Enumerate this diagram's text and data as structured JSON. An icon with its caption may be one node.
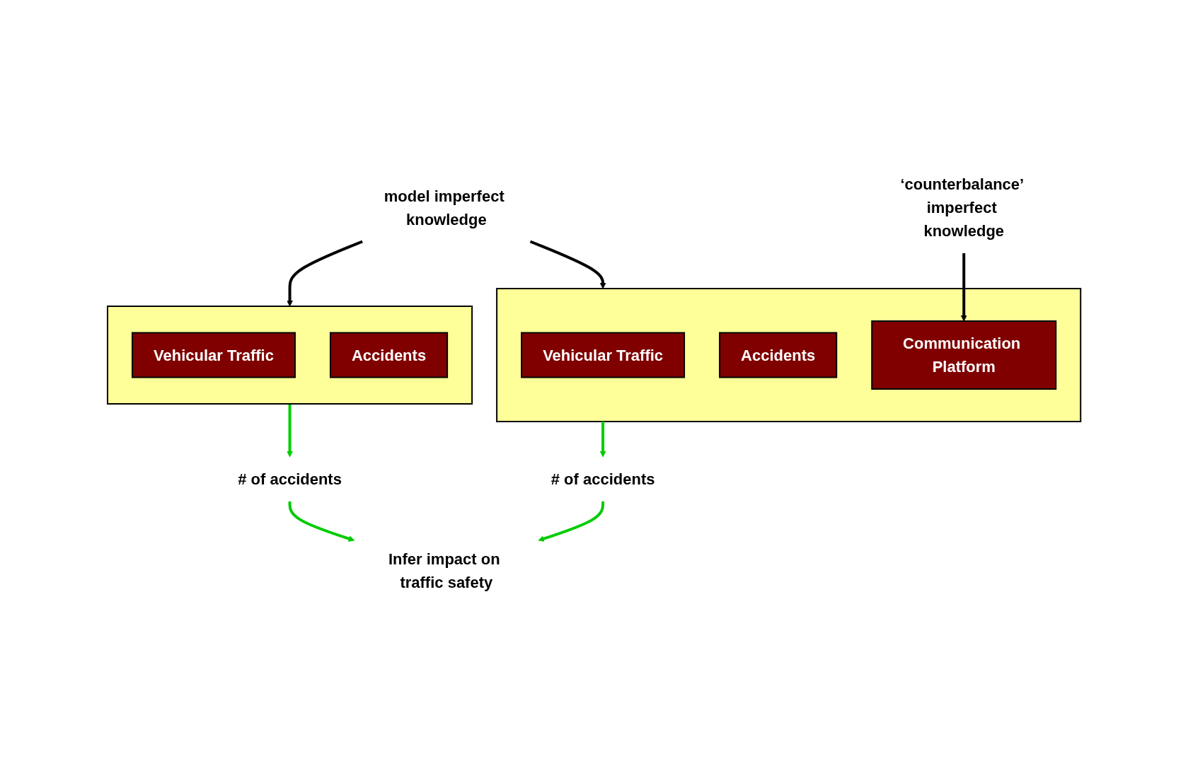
{
  "diagram": {
    "nodes": [
      {
        "text": [],
        "shape": "box"
      },
      {
        "text": [
          "Vehicular Traffic"
        ],
        "in": 0
      },
      {
        "text": [
          "Accidents"
        ],
        "in": 0
      },
      {
        "text": [],
        "shape": "box"
      },
      {
        "text": [
          "Vehicular Traffic"
        ],
        "in": 3
      },
      {
        "text": [
          "Accidents"
        ],
        "in": 3
      },
      {
        "text": [
          "Communication Platform"
        ],
        "in": 3
      },
      {
        "text": [
          "model imperfect knowledge"
        ]
      },
      {
        "text": [
          "‘counterbalance’ imperfect knowledge"
        ]
      },
      {
        "text": [
          "# of accidents"
        ]
      },
      {
        "text": [
          "# of accidents"
        ]
      },
      {
        "text": [
          "Infer impact on traffic safety"
        ]
      }
    ],
    "edges": [
      {
        "from": 7,
        "to": 0,
        "arrow": "to",
        "color": "#000000"
      },
      {
        "from": 7,
        "to": 3,
        "arrow": "to",
        "color": "#000000"
      },
      {
        "from": 8,
        "to": 6,
        "arrow": "to",
        "color": "#000000"
      },
      {
        "from": 0,
        "to": 9,
        "arrow": "to"
      },
      {
        "from": 3,
        "to": 10,
        "arrow": "to"
      },
      {
        "from": 9,
        "to": 11,
        "arrow": "to"
      },
      {
        "from": 10,
        "to": 11,
        "arrow": "to"
      }
    ]
  }
}
